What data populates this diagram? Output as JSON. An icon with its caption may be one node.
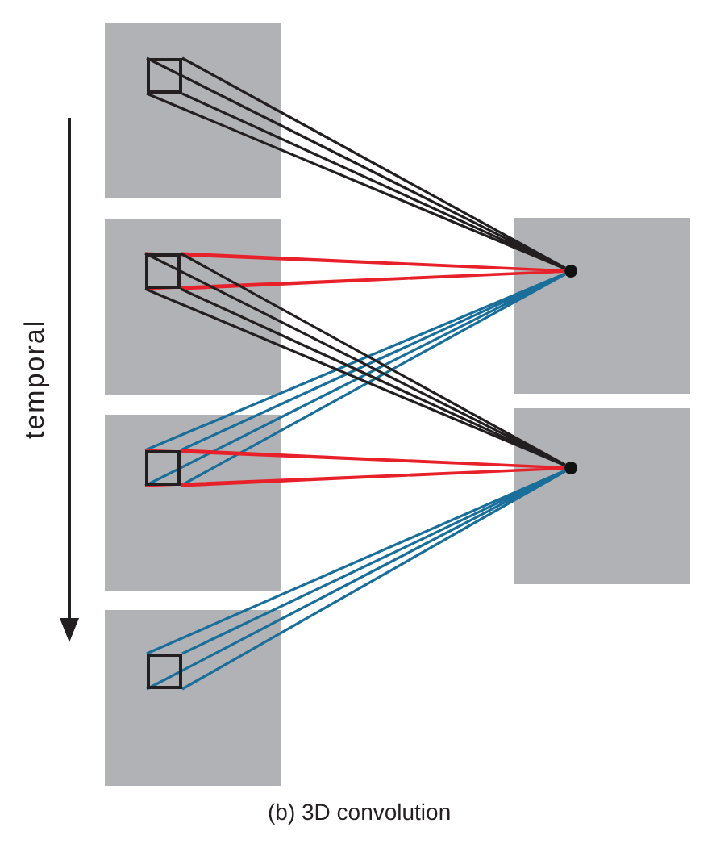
{
  "diagram": {
    "caption": "(b) 3D convolution",
    "nodes": [
      {
        "text": [],
        "shape": "box"
      },
      {
        "text": [],
        "shape": "box",
        "in": 0
      },
      {
        "text": [],
        "shape": "box"
      },
      {
        "text": [],
        "shape": "box",
        "in": 2
      },
      {
        "text": [],
        "shape": "box"
      },
      {
        "text": [],
        "shape": "box",
        "in": 4
      },
      {
        "text": [],
        "shape": "box"
      },
      {
        "text": [],
        "shape": "box",
        "in": 6
      },
      {
        "text": [],
        "shape": "box"
      },
      {
        "text": [],
        "shape": "circle",
        "in": 8
      },
      {
        "text": [],
        "shape": "box"
      },
      {
        "text": [],
        "shape": "circle",
        "in": 10
      }
    ],
    "edges": [
      {
        "from": 1,
        "to": 9,
        "arrow": "none",
        "color": "#231f20"
      },
      {
        "from": 3,
        "to": 9,
        "arrow": "none",
        "color": "#e8202a"
      },
      {
        "from": 5,
        "to": 9,
        "arrow": "none",
        "color": "#1a6e9a"
      },
      {
        "from": 3,
        "to": 11,
        "arrow": "none",
        "color": "#231f20"
      },
      {
        "from": 5,
        "to": 11,
        "arrow": "none",
        "color": "#e8202a"
      },
      {
        "from": 7,
        "to": 11,
        "arrow": "none",
        "color": "#1a6e9a"
      }
    ],
    "labels": [
      "temporal"
    ]
  }
}
